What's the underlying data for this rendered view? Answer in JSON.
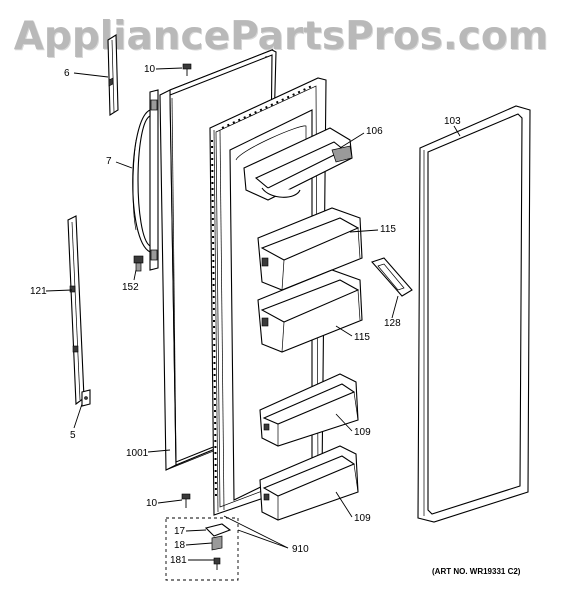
{
  "watermark": "AppliancePartsPros.com",
  "art_number": "(ART NO. WR19331 C2)",
  "callouts": {
    "p6": "6",
    "p10a": "10",
    "p10b": "10",
    "p7": "7",
    "p152": "152",
    "p121": "121",
    "p5": "5",
    "p1001": "1001",
    "p17": "17",
    "p18": "18",
    "p181": "181",
    "p910": "910",
    "p106": "106",
    "p115a": "115",
    "p115b": "115",
    "p128": "128",
    "p109a": "109",
    "p109b": "109",
    "p103": "103"
  }
}
